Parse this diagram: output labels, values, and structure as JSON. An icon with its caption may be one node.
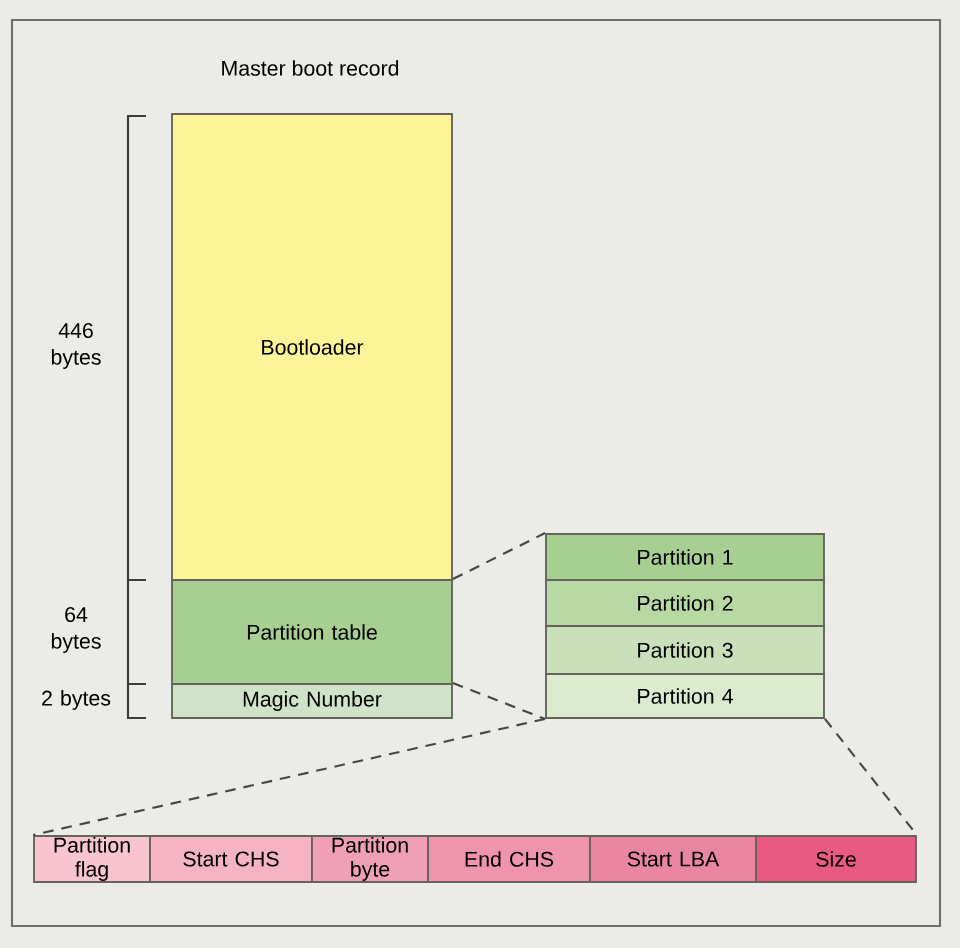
{
  "diagram": {
    "title": "Master boot record",
    "nodes": [
      {
        "text": [
          "Bootloader"
        ]
      },
      {
        "text": [
          "Partition table"
        ]
      },
      {
        "text": [
          "Magic Number"
        ]
      },
      {
        "text": [
          "Partition 1"
        ]
      },
      {
        "text": [
          "Partition 2"
        ]
      },
      {
        "text": [
          "Partition 3"
        ]
      },
      {
        "text": [
          "Partition 4"
        ]
      },
      {
        "text": [
          "Partition flag"
        ]
      },
      {
        "text": [
          "Start CHS"
        ]
      },
      {
        "text": [
          "Partition byte"
        ]
      },
      {
        "text": [
          "End CHS"
        ]
      },
      {
        "text": [
          "Start LBA"
        ]
      },
      {
        "text": [
          "Size"
        ]
      }
    ],
    "edges": [
      {
        "from": 1,
        "to": 3,
        "arrow": "none",
        "style": "dashed"
      },
      {
        "from": 2,
        "to": 6,
        "arrow": "none",
        "style": "dashed"
      },
      {
        "from": 6,
        "to": 7,
        "arrow": "none",
        "style": "dashed"
      },
      {
        "from": 6,
        "to": 12,
        "arrow": "none",
        "style": "dashed"
      }
    ],
    "labels": [
      "446 bytes",
      "64 bytes",
      "2 bytes"
    ]
  }
}
